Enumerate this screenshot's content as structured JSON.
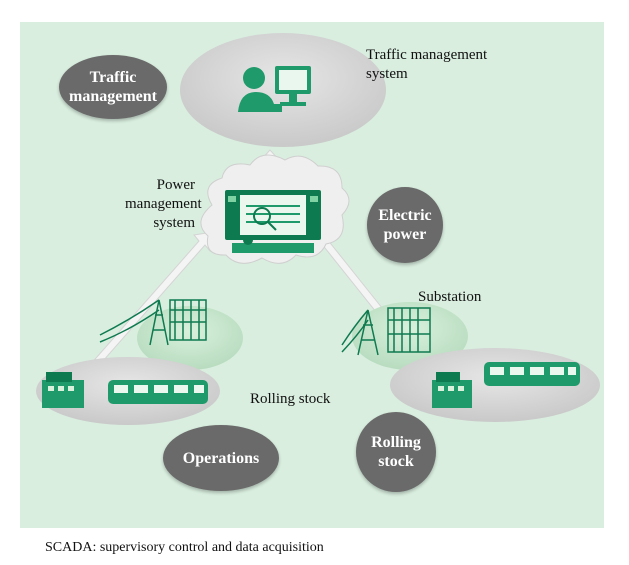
{
  "labels": {
    "traffic_system": "Traffic management\nsystem",
    "power_system": "Power\nmanagement\nsystem",
    "substation": "Substation",
    "rolling_stock": "Rolling stock"
  },
  "badges": {
    "traffic_management": "Traffic\nmanagement",
    "electric_power": "Electric\npower",
    "operations": "Operations",
    "rolling_stock": "Rolling\nstock"
  },
  "footnote": "SCADA: supervisory control and data acquisition",
  "colors": {
    "panel": "#d9eedf",
    "ellipse": "#d7d7d7",
    "badge": "#6a6a6a",
    "green": "#1f9a6a",
    "dark_green": "#0e7a50",
    "arrow": "#f4f4f4"
  },
  "icons": [
    "operator-icon",
    "monitor-icon",
    "power-console-icon",
    "substation-icon",
    "transmission-tower-icon",
    "building-icon",
    "train-icon",
    "bidirectional-arrow-icon"
  ]
}
